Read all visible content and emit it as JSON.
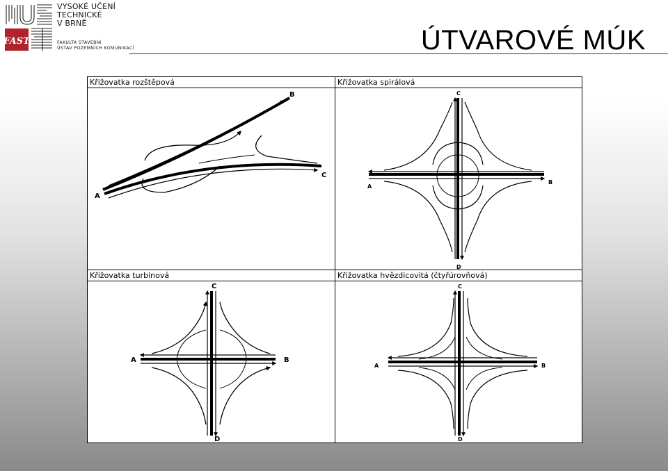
{
  "header": {
    "school_lines": [
      "VYSOKÉ UČENÍ",
      "TECHNICKÉ",
      "V BRNĚ"
    ],
    "faculty_lines": [
      "FAKULTA STAVEBNÍ",
      "ÚSTAV POZEMNÍCH KOMUNIKACÍ"
    ],
    "logo_text": "FAST",
    "title": "ÚTVAROVÉ MÚK"
  },
  "panels": [
    {
      "title": "Křižovatka rozštěpová",
      "labels": [
        "A",
        "B",
        "C"
      ]
    },
    {
      "title": "Křižovatka spirálová",
      "labels": [
        "A",
        "B",
        "C",
        "D"
      ]
    },
    {
      "title": "Křižovatka turbinová",
      "labels": [
        "A",
        "B",
        "C",
        "D"
      ]
    },
    {
      "title": "Křižovatka hvězdicovitá (čtyřúrovňová)",
      "labels": [
        "A",
        "B",
        "C",
        "D"
      ]
    }
  ],
  "colors": {
    "logo_red": "#b0232a",
    "ink": "#000000"
  }
}
